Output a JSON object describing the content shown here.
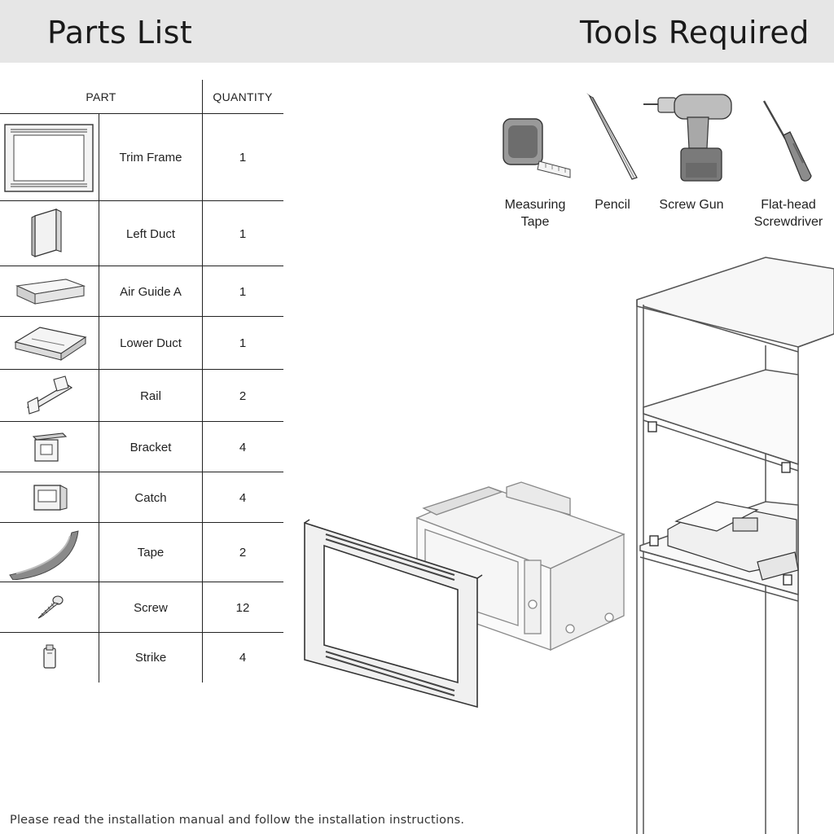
{
  "header": {
    "parts_title": "Parts List",
    "tools_title": "Tools Required"
  },
  "table": {
    "col_part": "PART",
    "col_quantity": "QUANTITY",
    "rows": [
      {
        "label": "Trim Frame",
        "qty": "1",
        "icon": "trim-frame-icon"
      },
      {
        "label": "Left Duct",
        "qty": "1",
        "icon": "left-duct-icon"
      },
      {
        "label": "Air Guide A",
        "qty": "1",
        "icon": "air-guide-icon"
      },
      {
        "label": "Lower Duct",
        "qty": "1",
        "icon": "lower-duct-icon"
      },
      {
        "label": "Rail",
        "qty": "2",
        "icon": "rail-icon"
      },
      {
        "label": "Bracket",
        "qty": "4",
        "icon": "bracket-icon"
      },
      {
        "label": "Catch",
        "qty": "4",
        "icon": "catch-icon"
      },
      {
        "label": "Tape",
        "qty": "2",
        "icon": "tape-icon"
      },
      {
        "label": "Screw",
        "qty": "12",
        "icon": "screw-icon"
      },
      {
        "label": "Strike",
        "qty": "4",
        "icon": "strike-icon"
      }
    ]
  },
  "tools": [
    {
      "label": "Measuring\nTape",
      "icon": "measuring-tape-icon"
    },
    {
      "label": "Pencil",
      "icon": "pencil-icon"
    },
    {
      "label": "Screw Gun",
      "icon": "screw-gun-icon"
    },
    {
      "label": "Flat-head\nScrewdriver",
      "icon": "screwdriver-icon"
    }
  ],
  "illustration": {
    "icon": "installation-illustration-icon"
  },
  "footer": {
    "note": "Please read the installation manual and follow the installation instructions."
  }
}
